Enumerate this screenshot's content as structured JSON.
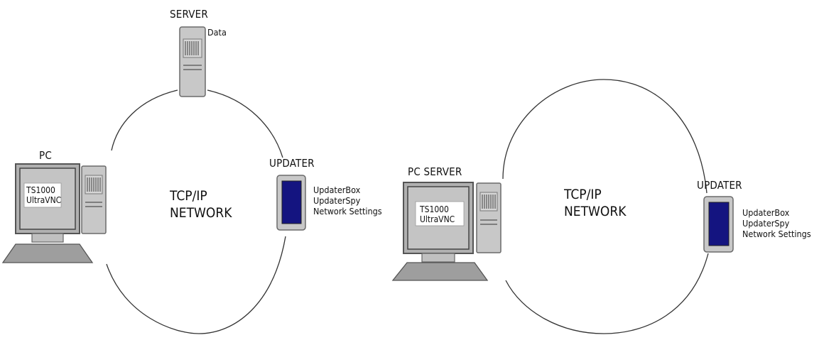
{
  "left": {
    "server": {
      "label": "SERVER",
      "data_label": "Data"
    },
    "pc": {
      "label": "PC",
      "screen_line1": "TS1000",
      "screen_line2": "UltraVNC"
    },
    "network": {
      "line1": "TCP/IP",
      "line2": "NETWORK"
    },
    "updater": {
      "label": "UPDATER",
      "line1": "UpdaterBox",
      "line2": "UpdaterSpy",
      "line3": "Network Settings"
    }
  },
  "right": {
    "pc": {
      "label": "PC SERVER",
      "screen_line1": "TS1000",
      "screen_line2": "UltraVNC"
    },
    "network": {
      "line1": "TCP/IP",
      "line2": "NETWORK"
    },
    "updater": {
      "label": "UPDATER",
      "line1": "UpdaterBox",
      "line2": "UpdaterSpy",
      "line3": "Network Settings"
    }
  },
  "colors": {
    "device_fill": "#c8c8c8",
    "device_stroke": "#6a6a6a",
    "screen_fill": "#141480",
    "monitor_inner": "#bdbdbd",
    "line": "#333333"
  }
}
